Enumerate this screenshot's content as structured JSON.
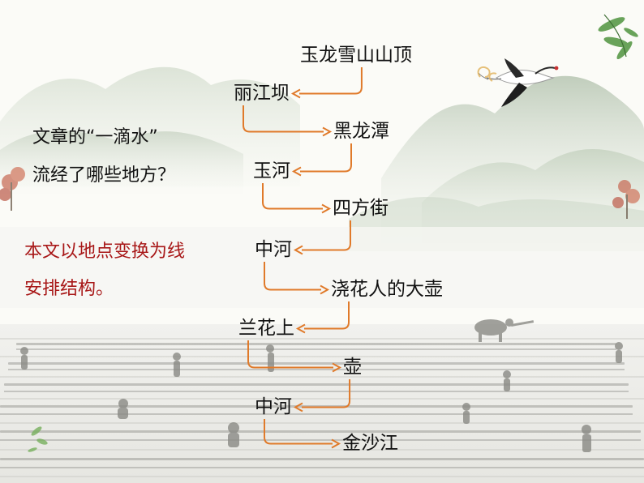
{
  "question": {
    "line1": "文章的“一滴水”",
    "line2": "流经了哪些地方？"
  },
  "note": {
    "line1": "本文以地点变换为线",
    "line2": "安排结构。"
  },
  "route": [
    "玉龙雪山山顶",
    "丽江坝",
    "黑龙潭",
    "玉河",
    "四方街",
    "中河",
    "浇花人的大壶",
    "兰花上",
    "壶",
    "中河",
    "金沙江"
  ],
  "colors": {
    "arrow": "#e07a2a",
    "note": "#a81818",
    "text": "#111111"
  }
}
